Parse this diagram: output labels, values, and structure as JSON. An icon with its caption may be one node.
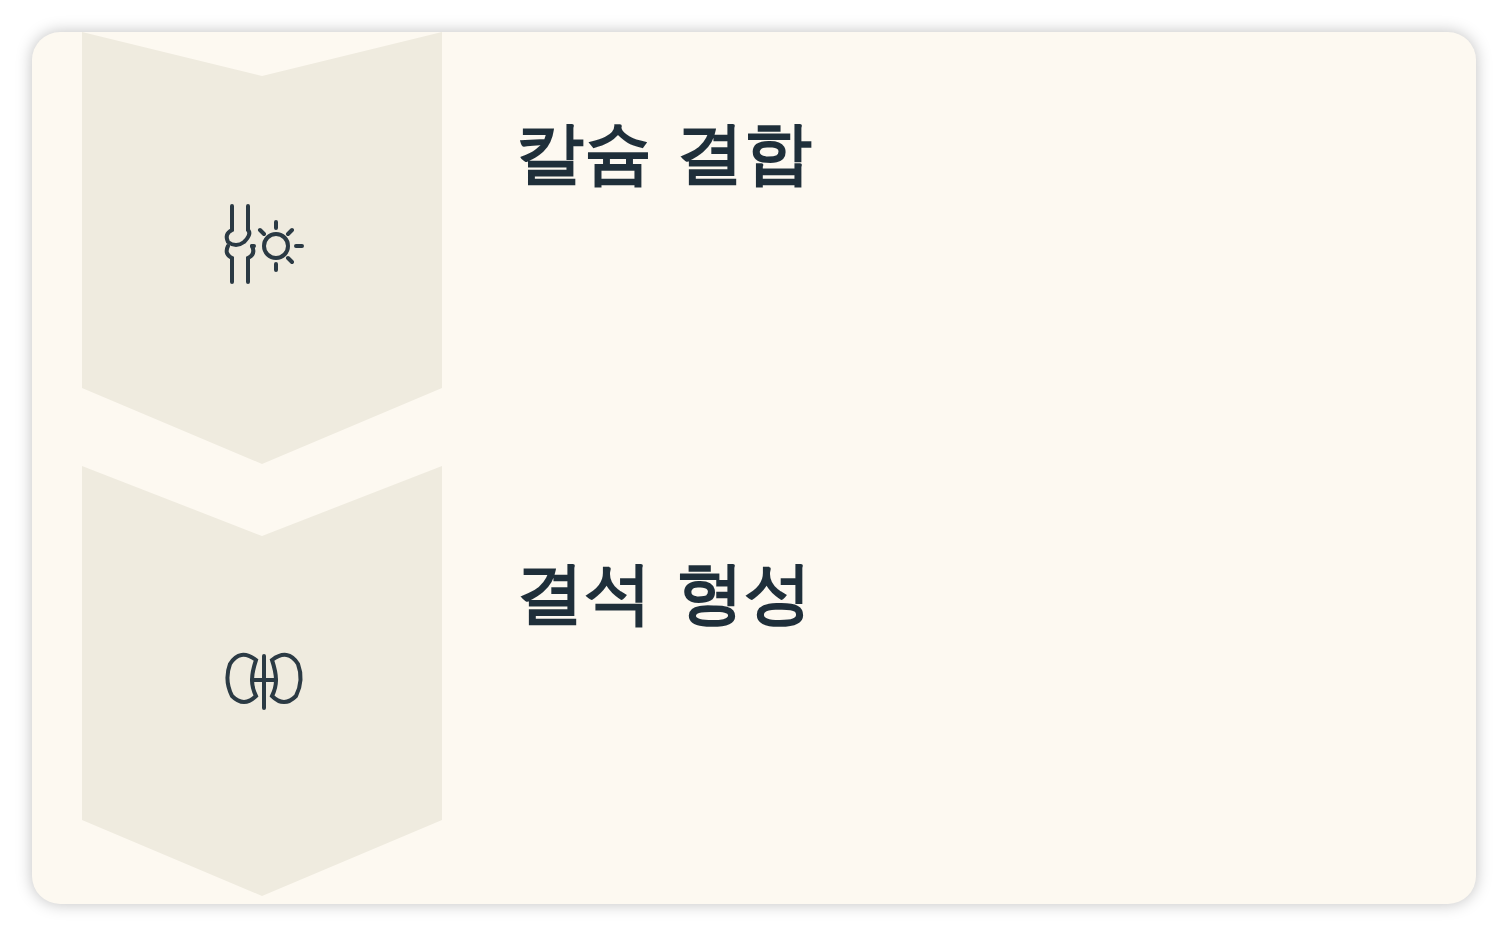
{
  "diagram": {
    "nodes": [
      {
        "text": [],
        "shape": "chevron",
        "beside": [
          "칼슘 결합"
        ]
      },
      {
        "text": [],
        "shape": "chevron",
        "beside": [
          "결석 형성"
        ]
      }
    ]
  }
}
